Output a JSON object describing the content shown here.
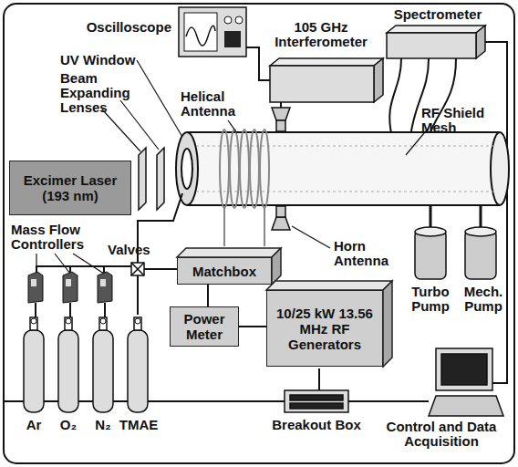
{
  "diagram": {
    "nodes": [
      {
        "text": [
          "Excimer Laser (193 nm)"
        ]
      },
      {
        "text": [
          "Matchbox"
        ]
      },
      {
        "text": [
          "Power Meter"
        ]
      },
      {
        "text": [
          "10/25 kW 13.56 MHz RF Generators"
        ]
      }
    ],
    "edges": [
      {
        "from": 1,
        "to": 2,
        "arrow": "none"
      },
      {
        "from": 2,
        "to": 3,
        "arrow": "none"
      }
    ],
    "labels": [
      "Oscilloscope",
      "105 GHz Interferometer",
      "Spectrometer",
      "UV Window",
      "Beam Expanding Lenses",
      "Helical Antenna",
      "RF Shield Mesh",
      "Mass Flow Controllers",
      "Valves",
      "Horn Antenna",
      "Turbo Pump",
      "Mech. Pump",
      "Ar",
      "O₂",
      "N₂",
      "TMAE",
      "Breakout Box",
      "Control and Data Acquisition"
    ]
  }
}
